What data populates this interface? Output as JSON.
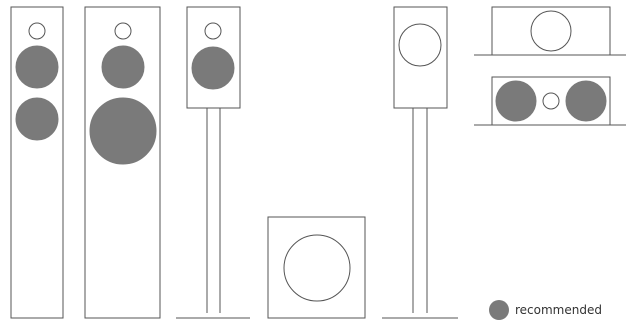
{
  "legend": {
    "label": "recommended"
  },
  "colors": {
    "recommended_fill": "#7a7a7a",
    "outline": "#555555",
    "background": "#ffffff"
  },
  "speakers": [
    {
      "name": "floorstanding-speaker-small",
      "drivers": [
        "tweeter",
        "woofer-recommended",
        "woofer-recommended"
      ]
    },
    {
      "name": "floorstanding-speaker-large",
      "drivers": [
        "tweeter",
        "woofer-recommended",
        "subwoofer-recommended"
      ]
    },
    {
      "name": "stand-speaker-recommended",
      "drivers": [
        "tweeter",
        "woofer-recommended"
      ]
    },
    {
      "name": "subwoofer",
      "drivers": [
        "woofer"
      ]
    },
    {
      "name": "stand-speaker",
      "drivers": [
        "woofer"
      ]
    },
    {
      "name": "center-speaker",
      "drivers": [
        "woofer"
      ]
    },
    {
      "name": "center-speaker-recommended",
      "drivers": [
        "woofer-recommended",
        "tweeter",
        "woofer-recommended"
      ]
    }
  ]
}
